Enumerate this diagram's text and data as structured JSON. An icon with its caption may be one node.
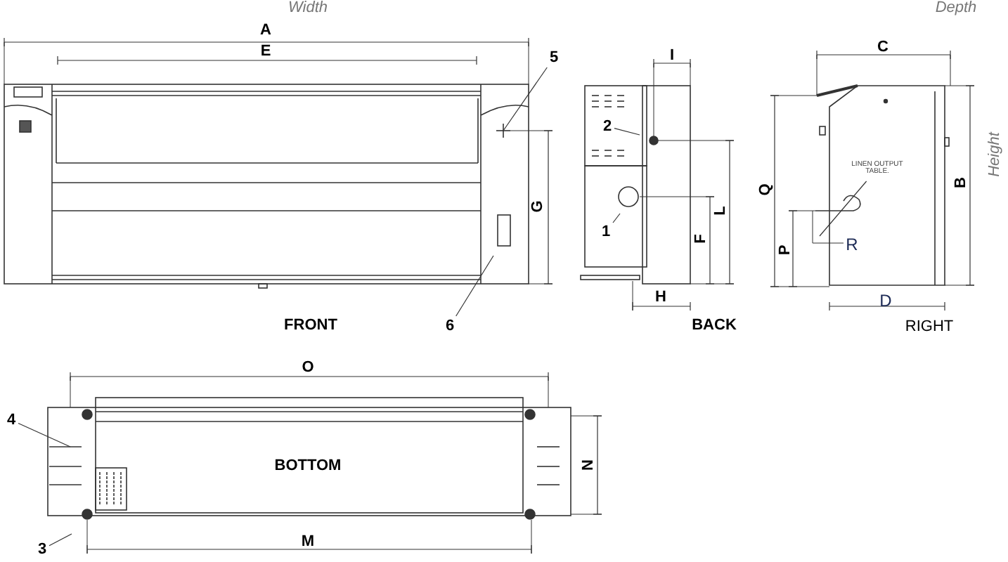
{
  "diagram": {
    "nodes": [
      {
        "text": [
          "5"
        ]
      },
      {
        "text": [
          "6"
        ]
      },
      {
        "text": [
          "2"
        ]
      },
      {
        "text": [
          "1"
        ]
      },
      {
        "text": [
          "LINEN OUTPUT TABLE."
        ]
      },
      {
        "text": [
          "4"
        ]
      },
      {
        "text": [
          "3"
        ]
      }
    ],
    "edges": [
      {
        "from": 0,
        "to": null,
        "arrow": "none"
      },
      {
        "from": 1,
        "to": null,
        "arrow": "none"
      },
      {
        "from": 2,
        "to": null,
        "arrow": "none"
      },
      {
        "from": 3,
        "to": null,
        "arrow": "none"
      },
      {
        "from": 4,
        "to": null,
        "arrow": "none"
      },
      {
        "from": 5,
        "to": null,
        "arrow": "none"
      },
      {
        "from": 6,
        "to": null,
        "arrow": "none"
      }
    ],
    "labels": [
      "Width",
      "Depth",
      "A",
      "E",
      "G",
      "FRONT",
      "I",
      "H",
      "F",
      "L",
      "BACK",
      "C",
      "Q",
      "P",
      "R",
      "B",
      "D",
      "RIGHT",
      "Height",
      "O",
      "N",
      "BOTTOM",
      "M"
    ]
  }
}
